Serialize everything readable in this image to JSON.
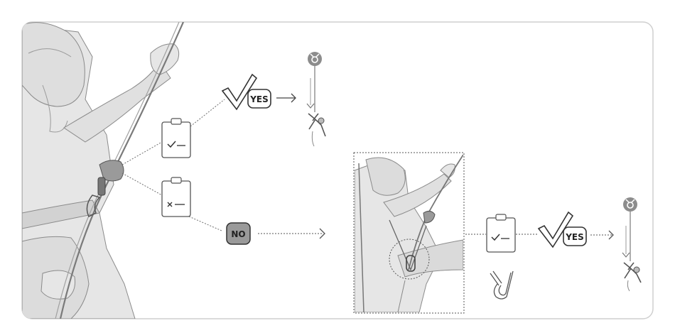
{
  "decision_yes": {
    "label": "YES"
  },
  "decision_no": {
    "label": "NO"
  },
  "result_yes": {
    "label": "YES"
  },
  "colors": {
    "frame_border": "#cfcfcf",
    "illustration_fill": "#e6e6e6",
    "line": "#6f6f6f",
    "no_badge_fill": "#9a9a9a",
    "anchor_fill": "#8c8c8c"
  },
  "icons": {
    "checklist_pass": "clipboard-check-icon",
    "checklist_fail": "clipboard-cross-icon",
    "checkmark": "checkmark-icon",
    "anchor": "anchor-ring-icon",
    "carabiner": "carabiner-icon",
    "climber": "lowered-climber-icon"
  }
}
